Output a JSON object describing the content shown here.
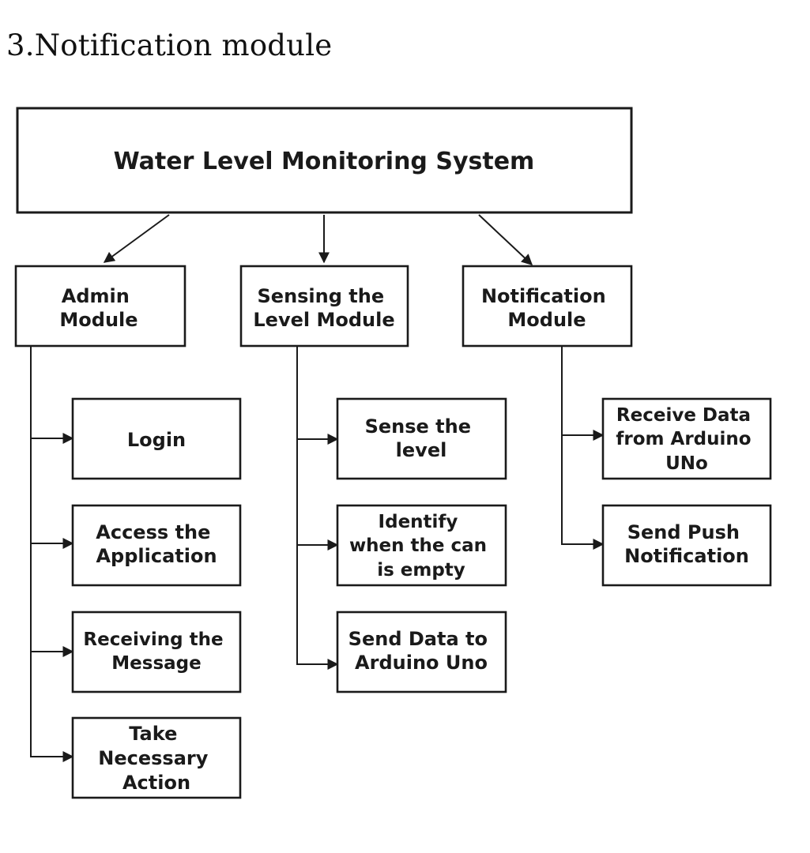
{
  "heading": "3.Notification module",
  "diagram": {
    "title": "Water Level Monitoring System",
    "modules": {
      "admin": {
        "label": [
          "Admin",
          "Module"
        ],
        "items": [
          [
            "Login"
          ],
          [
            "Access the",
            "Application"
          ],
          [
            "Receiving the",
            "Message"
          ],
          [
            "Take",
            "Necessary",
            "Action"
          ]
        ]
      },
      "sensing": {
        "label": [
          "Sensing the",
          "Level Module"
        ],
        "items": [
          [
            "Sense the",
            "level"
          ],
          [
            "Identify",
            "when the can",
            "is empty"
          ],
          [
            "Send Data to",
            "Arduino Uno"
          ]
        ]
      },
      "notification": {
        "label": [
          "Notification",
          "Module"
        ],
        "items": [
          [
            "Receive Data",
            "from Arduino",
            "UNo"
          ],
          [
            "Send Push",
            "Notification"
          ]
        ]
      }
    }
  }
}
